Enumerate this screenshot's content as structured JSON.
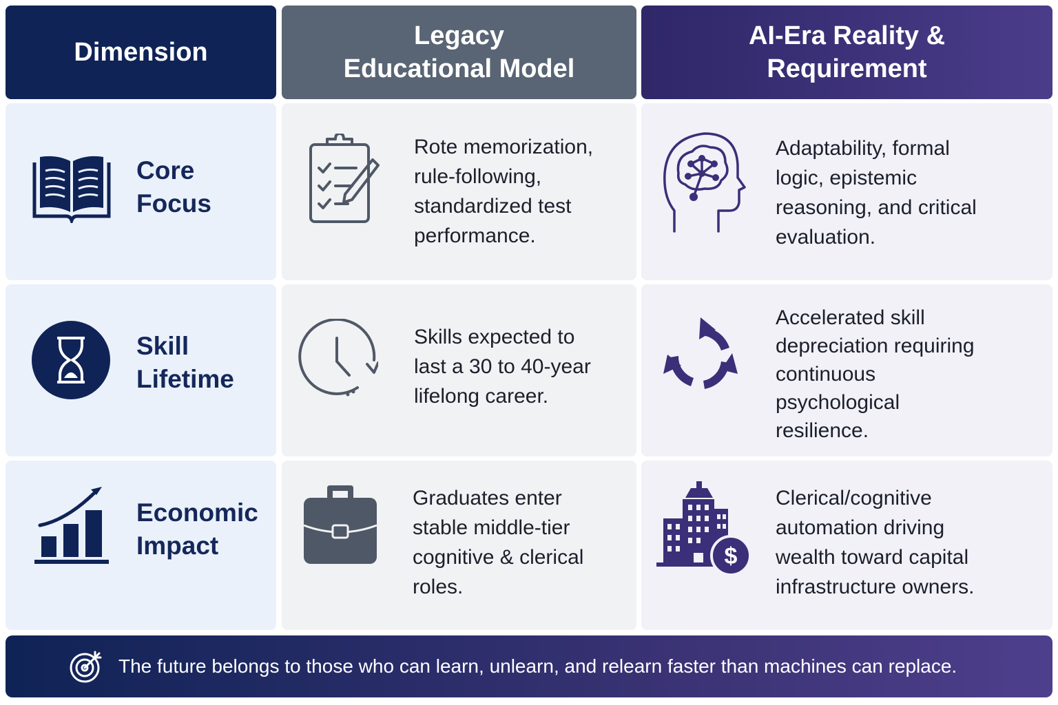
{
  "columns": {
    "dimension": "Dimension",
    "legacy": [
      "Legacy",
      "Educational Model"
    ],
    "ai": [
      "AI-Era Reality &",
      "Requirement"
    ]
  },
  "rows": [
    {
      "dimension": [
        "Core",
        "Focus"
      ],
      "dimension_icon": "open-book-icon",
      "legacy_icon": "clipboard-checklist-icon",
      "legacy": [
        "Rote memorization,",
        "rule-following,",
        "standardized test",
        "performance."
      ],
      "ai_icon": "brain-network-head-icon",
      "ai": [
        "Adaptability, formal",
        "logic, epistemic",
        "reasoning, and critical",
        "evaluation."
      ]
    },
    {
      "dimension": [
        "Skill",
        "Lifetime"
      ],
      "dimension_icon": "hourglass-icon",
      "legacy_icon": "clock-icon",
      "legacy": [
        "Skills expected to",
        "last a 30 to 40-year",
        "lifelong career."
      ],
      "ai_icon": "cycle-arrows-icon",
      "ai": [
        "Accelerated skill",
        "depreciation requiring",
        "continuous",
        "psychological",
        "resilience."
      ]
    },
    {
      "dimension": [
        "Economic",
        "Impact"
      ],
      "dimension_icon": "growth-chart-icon",
      "legacy_icon": "briefcase-icon",
      "legacy": [
        "Graduates enter",
        "stable middle-tier",
        "cognitive & clerical",
        "roles."
      ],
      "ai_icon": "buildings-dollar-icon",
      "ai": [
        "Clerical/cognitive",
        "automation driving",
        "wealth toward capital",
        "infrastructure owners."
      ]
    }
  ],
  "footer": {
    "icon": "target-icon",
    "text": "The future belongs to those who can learn, unlearn, and relearn faster than machines can replace."
  },
  "colors": {
    "navy": "#0f2356",
    "slate": "#596474",
    "purple": "#4b3c8a",
    "legacy_icon": "#4f5866",
    "ai_icon": "#3a2f78"
  }
}
